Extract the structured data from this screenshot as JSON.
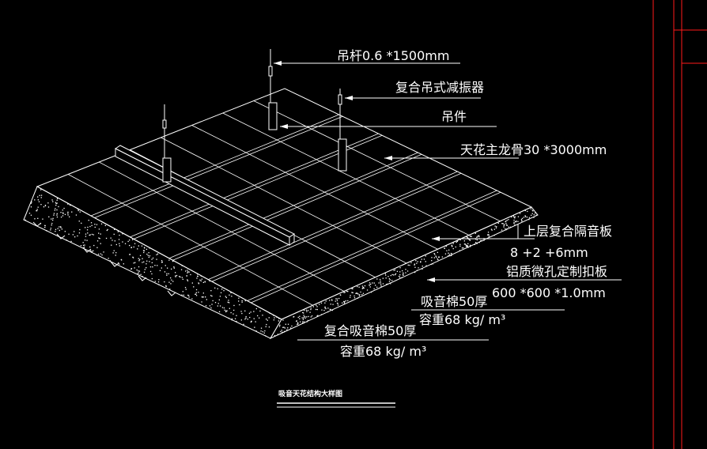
{
  "colors": {
    "background": "#000000",
    "line": "#ffffff",
    "frame": "#ff1a1a"
  },
  "labels": {
    "hanger_rod": "吊杆0.6 *1500mm",
    "damper": "复合吊式减振器",
    "hanger": "吊件",
    "main_keel": "天花主龙骨30 *3000mm",
    "upper_board": "上层复合隔音板",
    "upper_board_spec": "8 +2 +6mm",
    "al_panel": "铝质微孔定制扣板",
    "al_panel_spec": "600 *600 *1.0mm",
    "wool": "吸音棉50厚",
    "wool_density": "容重68 kg/ m³",
    "composite_wool": "复合吸音棉50厚",
    "composite_wool_density": "容重68 kg/ m³"
  },
  "title": {
    "text": "吸音天花结构大样图"
  }
}
